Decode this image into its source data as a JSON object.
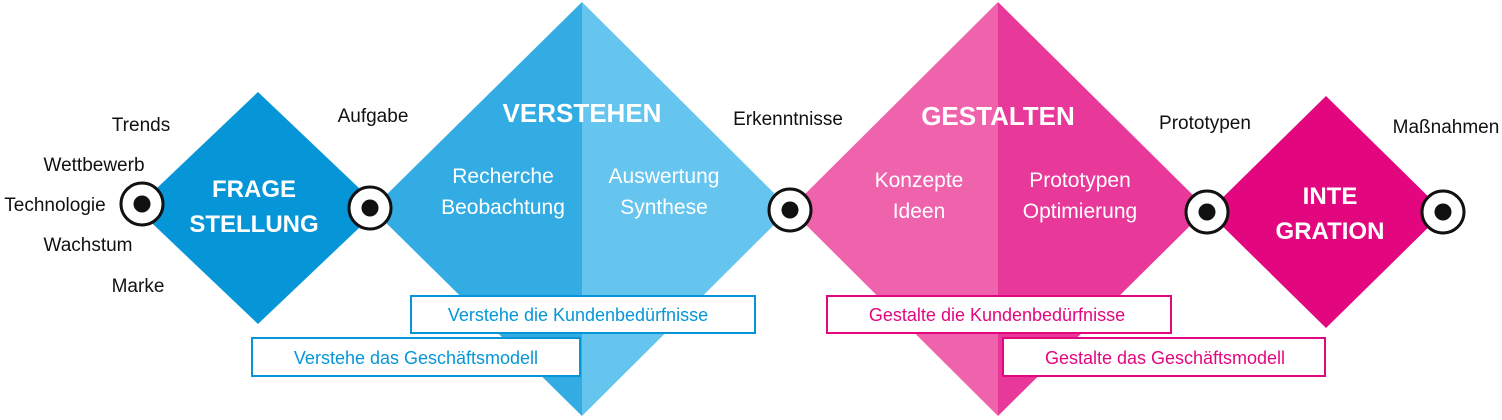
{
  "colors": {
    "blue_dark": "#0696d7",
    "blue_mid": "#33ace3",
    "blue_light": "#66c5ee",
    "pink_light": "#ef62ac",
    "pink_mid": "#e8399b",
    "magenta": "#e2077f",
    "text": "#111111",
    "white": "#ffffff"
  },
  "inputs": {
    "start": [
      "Trends",
      "Wettbewerb",
      "Technologie",
      "Wachstum",
      "Marke"
    ],
    "aufgabe": "Aufgabe",
    "erkenntnisse": "Erkenntnisse",
    "prototypen": "Prototypen",
    "massnahmen": "Maßnahmen"
  },
  "frage": {
    "line1": "FRAGE",
    "line2": "STELLUNG"
  },
  "verstehen": {
    "title": "VERSTEHEN",
    "left": [
      "Recherche",
      "Beobachtung"
    ],
    "right": [
      "Auswertung",
      "Synthese"
    ],
    "box_upper": "Verstehe die Kundenbedürfnisse",
    "box_lower": "Verstehe das Geschäftsmodell"
  },
  "gestalten": {
    "title": "GESTALTEN",
    "left": [
      "Konzepte",
      "Ideen"
    ],
    "right": [
      "Prototypen",
      "Optimierung"
    ],
    "box_upper": "Gestalte die Kundenbedürfnisse",
    "box_lower": "Gestalte das Geschäftsmodell"
  },
  "integration": {
    "line1": "INTE",
    "line2": "GRATION"
  },
  "icons": [
    "checkpoint-icon"
  ]
}
